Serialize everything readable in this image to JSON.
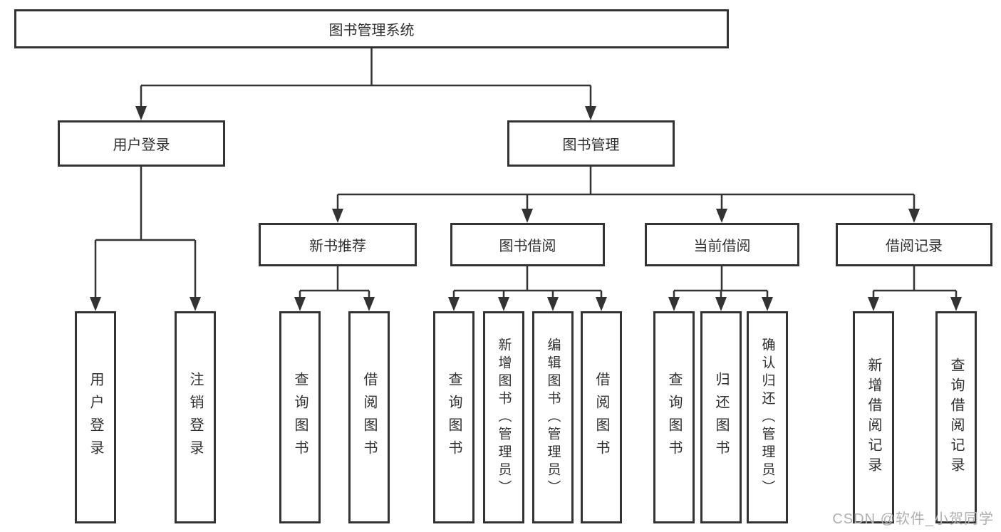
{
  "diagram": {
    "type": "tree",
    "root": {
      "label": "图书管理系统"
    },
    "branches": {
      "user_login": {
        "label": "用户登录",
        "children": [
          {
            "label": "用户登录"
          },
          {
            "label": "注销登录"
          }
        ]
      },
      "book_management": {
        "label": "图书管理",
        "children": [
          {
            "label": "新书推荐",
            "children": [
              {
                "label": "查询图书"
              },
              {
                "label": "借阅图书"
              }
            ]
          },
          {
            "label": "图书借阅",
            "children": [
              {
                "label": "查询图书"
              },
              {
                "label": "新增图书（管理员）"
              },
              {
                "label": "编辑图书（管理员）"
              },
              {
                "label": "借阅图书"
              }
            ]
          },
          {
            "label": "当前借阅",
            "children": [
              {
                "label": "查询图书"
              },
              {
                "label": "归还图书"
              },
              {
                "label": "确认归还（管理员）"
              }
            ]
          },
          {
            "label": "借阅记录",
            "children": [
              {
                "label": "新增借阅记录"
              },
              {
                "label": "查询借阅记录"
              }
            ]
          }
        ]
      }
    },
    "line_color": "#333333",
    "box_fill": "#ffffff",
    "text_color": "#2f2f2f"
  },
  "watermark": {
    "text": "CSDN @软件_小贺同学"
  }
}
